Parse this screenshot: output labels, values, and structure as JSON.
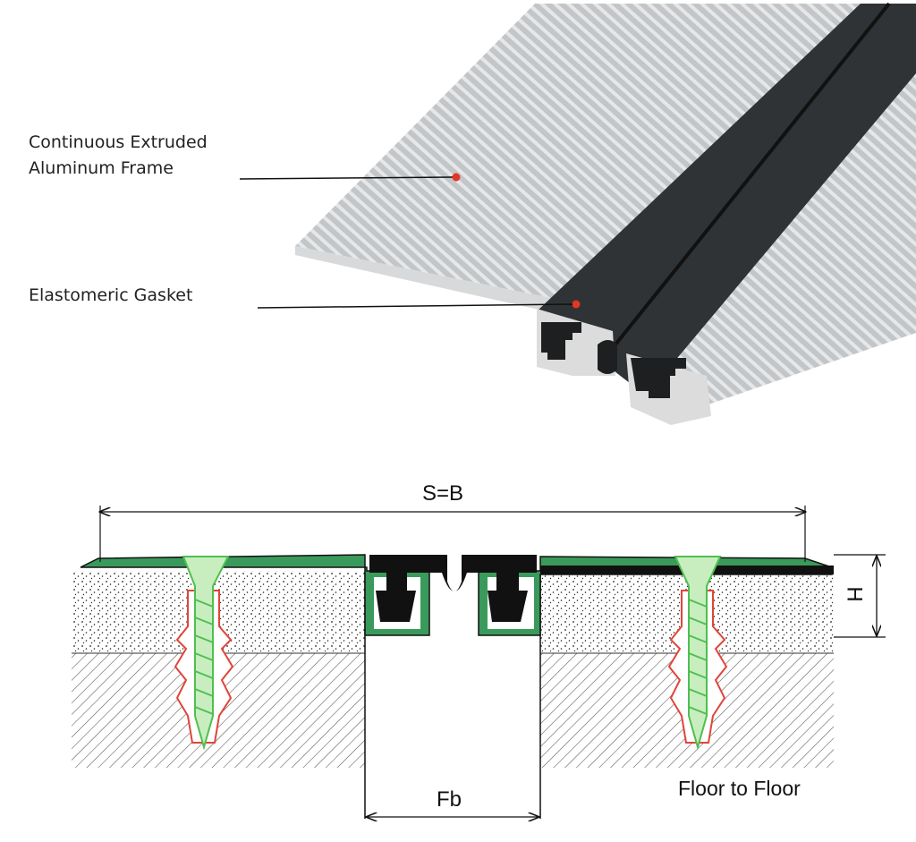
{
  "callouts": {
    "frame_line1": "Continuous Extruded",
    "frame_line2": "Aluminum Frame",
    "gasket": "Elastomeric Gasket"
  },
  "dimensions": {
    "width": "S=B",
    "height": "H",
    "gap": "Fb",
    "application": "Floor to Floor"
  },
  "colors": {
    "frame_green": "#3a9a5c",
    "anchor_red": "#e0453a",
    "screw_green": "#4fbf4f",
    "callout_dot": "#e53524",
    "gasket_dark": "#2f3234",
    "aluminum": "#c8cacc"
  }
}
